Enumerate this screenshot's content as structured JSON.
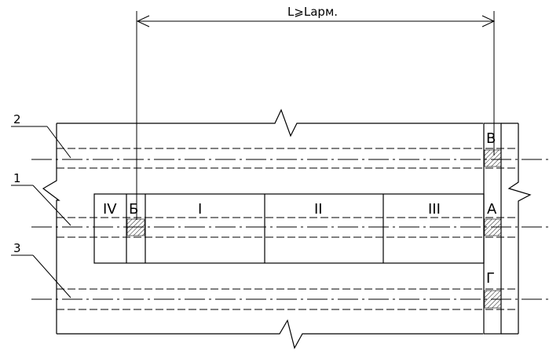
{
  "dimension": {
    "label": "L⩾Lарм."
  },
  "leaders": {
    "one": "1",
    "two": "2",
    "three": "3"
  },
  "zones": {
    "IV": "IV",
    "B": "Б",
    "I": "I",
    "II": "II",
    "III": "III",
    "A": "А",
    "V": "В",
    "G": "Г"
  }
}
